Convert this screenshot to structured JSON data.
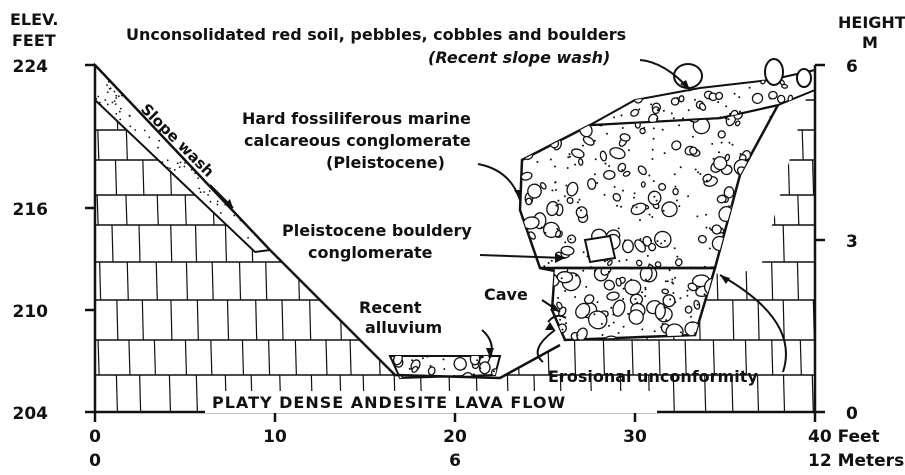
{
  "left_axis": {
    "title_line1": "ELEV.",
    "title_line2": "FEET",
    "ticks": [
      "224",
      "216",
      "210",
      "204"
    ]
  },
  "right_axis": {
    "title_line1": "HEIGHT",
    "title_line2": "M",
    "ticks": [
      "6",
      "3",
      "0"
    ]
  },
  "bottom_axis": {
    "feet_ticks": [
      "0",
      "10",
      "20",
      "30",
      "40 Feet"
    ],
    "meter_ticks": [
      "0",
      "6",
      "12 Meters"
    ]
  },
  "labels": {
    "top_soil": "Unconsolidated red soil, pebbles, cobbles and boulders",
    "recent_slope_wash": "(Recent slope wash)",
    "slope_wash": "Slope wash",
    "hard_line1": "Hard fossiliferous marine",
    "hard_line2": "calcareous conglomerate",
    "hard_line3": "(Pleistocene)",
    "bouldery_line1": "Pleistocene bouldery",
    "bouldery_line2": "conglomerate",
    "alluvium_line1": "Recent",
    "alluvium_line2": "alluvium",
    "cave": "Cave",
    "unconformity": "Erosional unconformity",
    "lava": "PLATY DENSE ANDESITE LAVA FLOW"
  },
  "colors": {
    "ink": "#111111",
    "paper": "#ffffff"
  }
}
